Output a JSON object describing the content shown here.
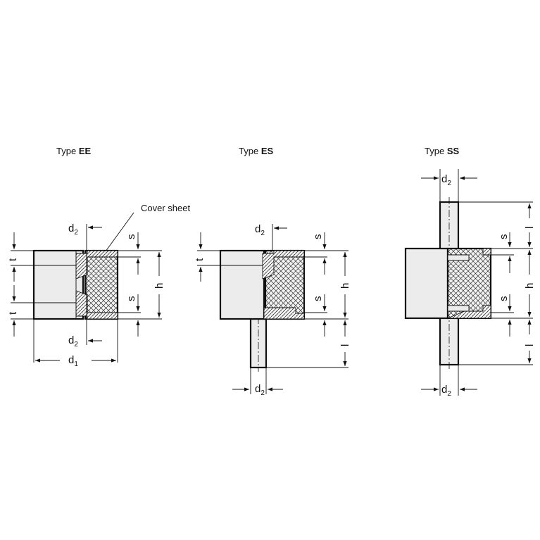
{
  "types": [
    {
      "prefix": "Type",
      "code": "EE"
    },
    {
      "prefix": "Type",
      "code": "ES"
    },
    {
      "prefix": "Type",
      "code": "SS"
    }
  ],
  "callout": "Cover sheet",
  "dims": {
    "d": "d",
    "sub1": "1",
    "sub2": "2",
    "s": "s",
    "t": "t",
    "h": "h",
    "l": "l"
  },
  "colors": {
    "fill": "#ececec",
    "line": "#111111"
  }
}
